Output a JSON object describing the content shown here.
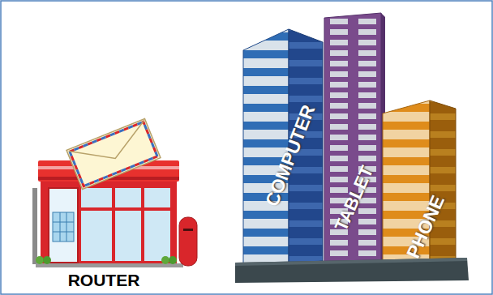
{
  "diagram": {
    "nodes": [
      {
        "text": [
          "ROUTER"
        ]
      },
      {
        "text": [
          "COMPUTER"
        ]
      },
      {
        "text": [
          "TABLET"
        ]
      },
      {
        "text": [
          "PHONE"
        ]
      }
    ]
  }
}
